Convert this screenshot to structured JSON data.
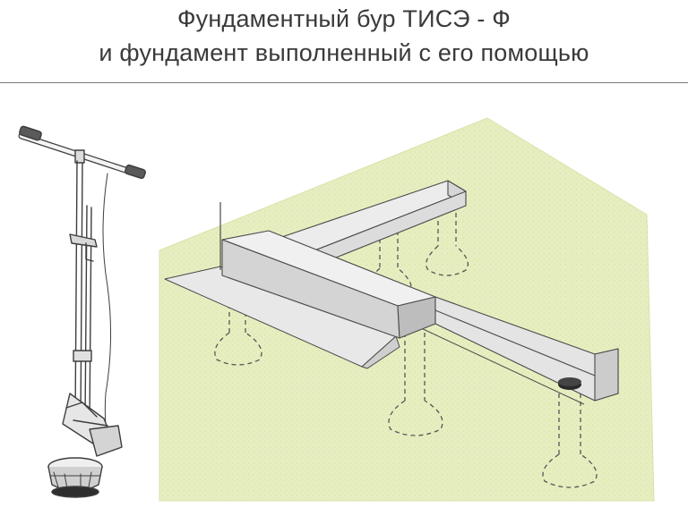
{
  "title": {
    "line1": "Фундаментный бур ТИСЭ - Ф",
    "line2": "и фундамент выполненный с его помощью"
  },
  "colors": {
    "ground": "#e6eec0",
    "ground_edge": "#d8e2a8",
    "text": "#3a3a3a",
    "line": "#4a4a4a",
    "beam_front": "#d4d4d4",
    "beam_top": "#ececec",
    "pile_cap": "#2a2a2a"
  },
  "icons": {
    "drill": "tise-f-auger-drill-icon",
    "foundation": "strip-foundation-on-piles-illustration"
  }
}
